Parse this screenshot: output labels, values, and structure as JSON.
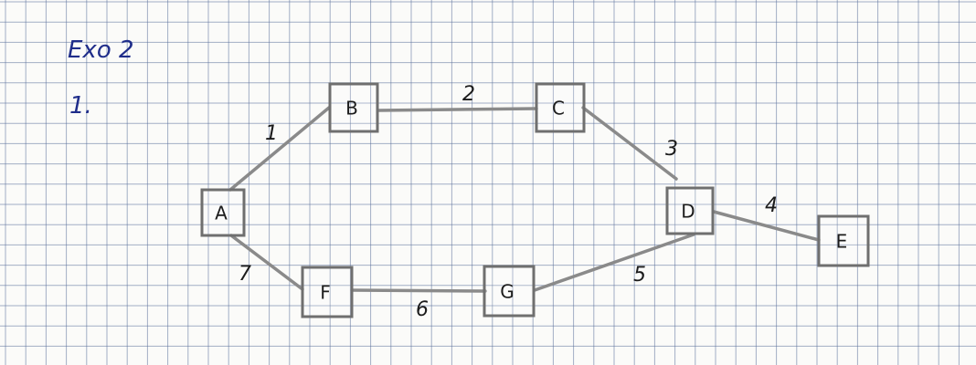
{
  "heading": {
    "title": "Exo 2",
    "item_number": "1."
  },
  "colors": {
    "paper": "#fbfbf9",
    "grid": "#5a6f9a",
    "ink_blue": "#1f2d8a",
    "pencil": "#8a8a8a",
    "box_edge": "#6f6f6f"
  },
  "graph": {
    "nodes": [
      {
        "id": "A",
        "label": "A"
      },
      {
        "id": "B",
        "label": "B"
      },
      {
        "id": "C",
        "label": "C"
      },
      {
        "id": "D",
        "label": "D"
      },
      {
        "id": "E",
        "label": "E"
      },
      {
        "id": "F",
        "label": "F"
      },
      {
        "id": "G",
        "label": "G"
      }
    ],
    "edges": [
      {
        "from": "A",
        "to": "B",
        "weight": "1"
      },
      {
        "from": "B",
        "to": "C",
        "weight": "2"
      },
      {
        "from": "C",
        "to": "D",
        "weight": "3"
      },
      {
        "from": "D",
        "to": "E",
        "weight": "4"
      },
      {
        "from": "D",
        "to": "G",
        "weight": "5"
      },
      {
        "from": "F",
        "to": "G",
        "weight": "6"
      },
      {
        "from": "A",
        "to": "F",
        "weight": "7"
      }
    ]
  }
}
